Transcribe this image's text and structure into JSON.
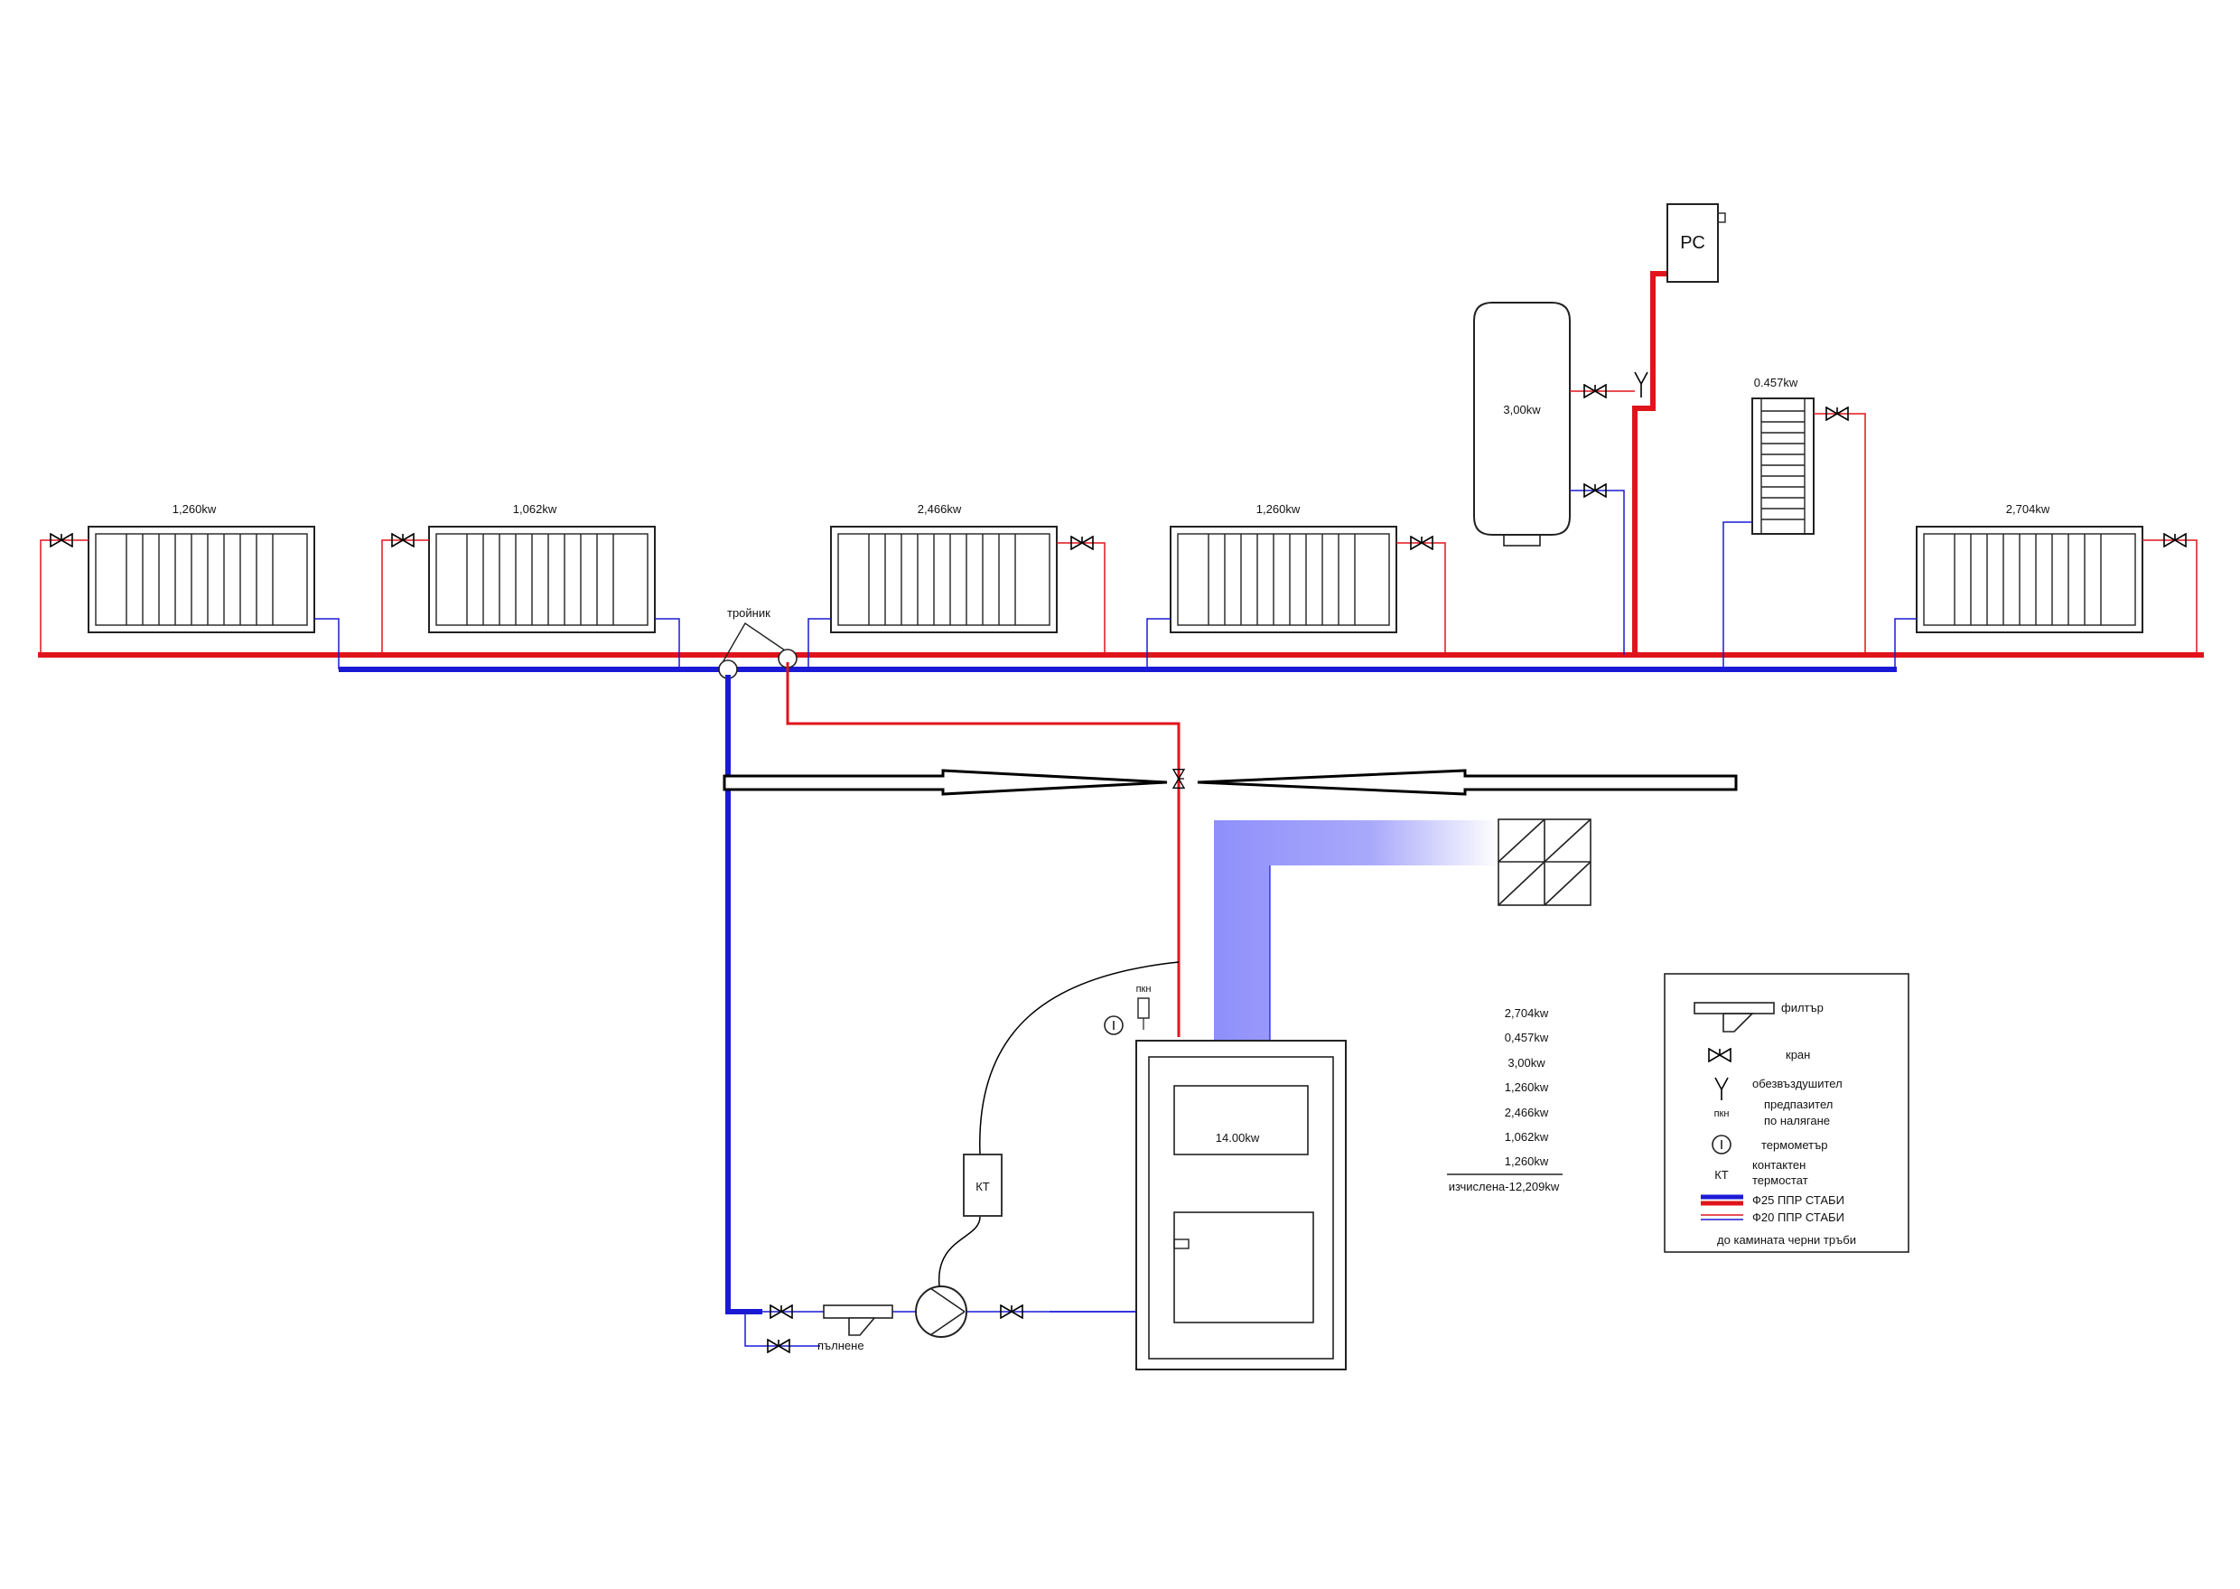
{
  "radiators": [
    {
      "id": "r1",
      "label": "1,260kw"
    },
    {
      "id": "r2",
      "label": "1,062kw"
    },
    {
      "id": "r3",
      "label": "2,466kw"
    },
    {
      "id": "r4",
      "label": "1,260kw"
    },
    {
      "id": "r5",
      "label": "2,704kw"
    }
  ],
  "boiler_tank_label": "3,00kw",
  "towel_radiator_label": "0.457kw",
  "pc_label": "РС",
  "tee_label": "тройник",
  "boiler_label": "14.00kw",
  "kt_label": "КТ",
  "pkn_label": "пкн",
  "filling_label": "пълнене",
  "power_list": [
    "2,704kw",
    "0,457kw",
    "3,00kw",
    "1,260kw",
    "2,466kw",
    "1,062kw",
    "1,260kw"
  ],
  "power_total": "изчислена-12,209kw",
  "legend": {
    "filter": "филтър",
    "valve": "кран",
    "air_vent": "обезвъздушител",
    "pressure_valve_symbol": "пкн",
    "pressure_valve_line1": "предпазител",
    "pressure_valve_line2": "по налягане",
    "thermometer": "термометър",
    "kt_symbol": "КТ",
    "contact_thermostat_line1": "контактен",
    "contact_thermostat_line2": "термостат",
    "pipe_25": "Ф25 ППР СТАБИ",
    "pipe_20": "Ф20 ППР СТАБИ",
    "black_pipes": "до камината черни тръби"
  },
  "colors": {
    "supply": "#e0141c",
    "return": "#1a1ad6",
    "flue": "#8f8ffb"
  }
}
